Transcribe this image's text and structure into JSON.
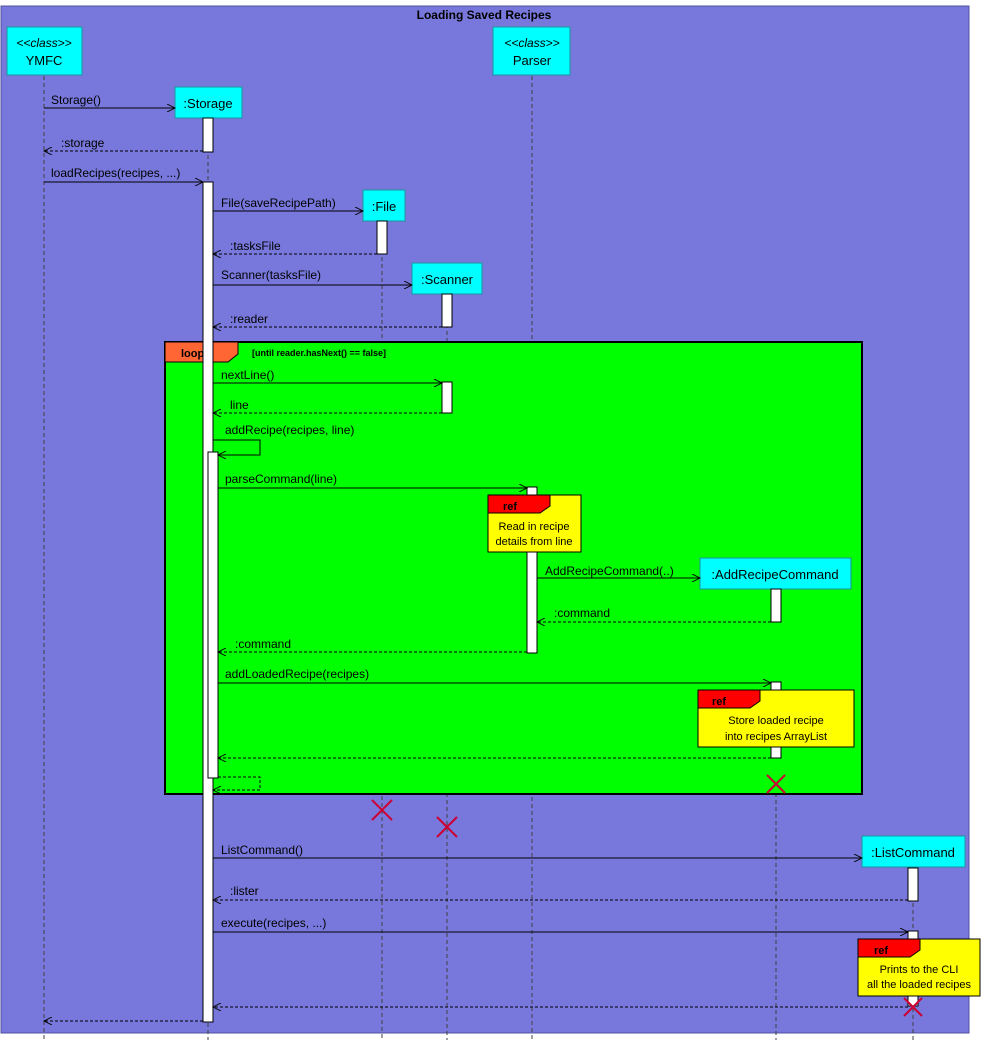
{
  "frame": {
    "title": "Loading Saved Recipes"
  },
  "participants": {
    "ymfc": {
      "stereotype": "<<class>>",
      "name": "YMFC"
    },
    "storage": {
      "name": ":Storage"
    },
    "file": {
      "name": ":File"
    },
    "scanner": {
      "name": ":Scanner"
    },
    "parser": {
      "stereotype": "<<class>>",
      "name": "Parser"
    },
    "addRecipeCommand": {
      "name": ":AddRecipeCommand"
    },
    "listCommand": {
      "name": ":ListCommand"
    }
  },
  "loop": {
    "tag": "loop",
    "guard": "[until reader.hasNext() == false]"
  },
  "refs": [
    {
      "tag": "ref",
      "lines": [
        "Read in recipe",
        "details from line"
      ]
    },
    {
      "tag": "ref",
      "lines": [
        "Store loaded recipe",
        "into recipes ArrayList"
      ]
    },
    {
      "tag": "ref",
      "lines": [
        "Prints to the CLI",
        "all the loaded recipes"
      ]
    }
  ],
  "messages": {
    "storage_create": "Storage()",
    "storage_return": ":storage",
    "load_recipes": "loadRecipes(recipes, ...)",
    "file_create": "File(saveRecipePath)",
    "tasks_file_return": ":tasksFile",
    "scanner_create": "Scanner(tasksFile)",
    "reader_return": ":reader",
    "next_line": "nextLine()",
    "line_return": "line",
    "add_recipe": "addRecipe(recipes, line)",
    "parse_command": "parseCommand(line)",
    "add_recipe_command_create": "AddRecipeCommand(..)",
    "command_return_to_parser": ":command",
    "command_return_to_storage": ":command",
    "add_loaded_recipe": "addLoadedRecipe(recipes)",
    "list_command_create": "ListCommand()",
    "lister_return": ":lister",
    "execute": "execute(recipes, ...)"
  },
  "colors": {
    "background": "#7878dc",
    "participant_fill": "#00ffff",
    "loop_fill": "#00ff00",
    "loop_tag": "#ff6633",
    "ref_tag": "#ff0000",
    "note_fill": "#ffff00",
    "destroy": "#cc0033"
  }
}
